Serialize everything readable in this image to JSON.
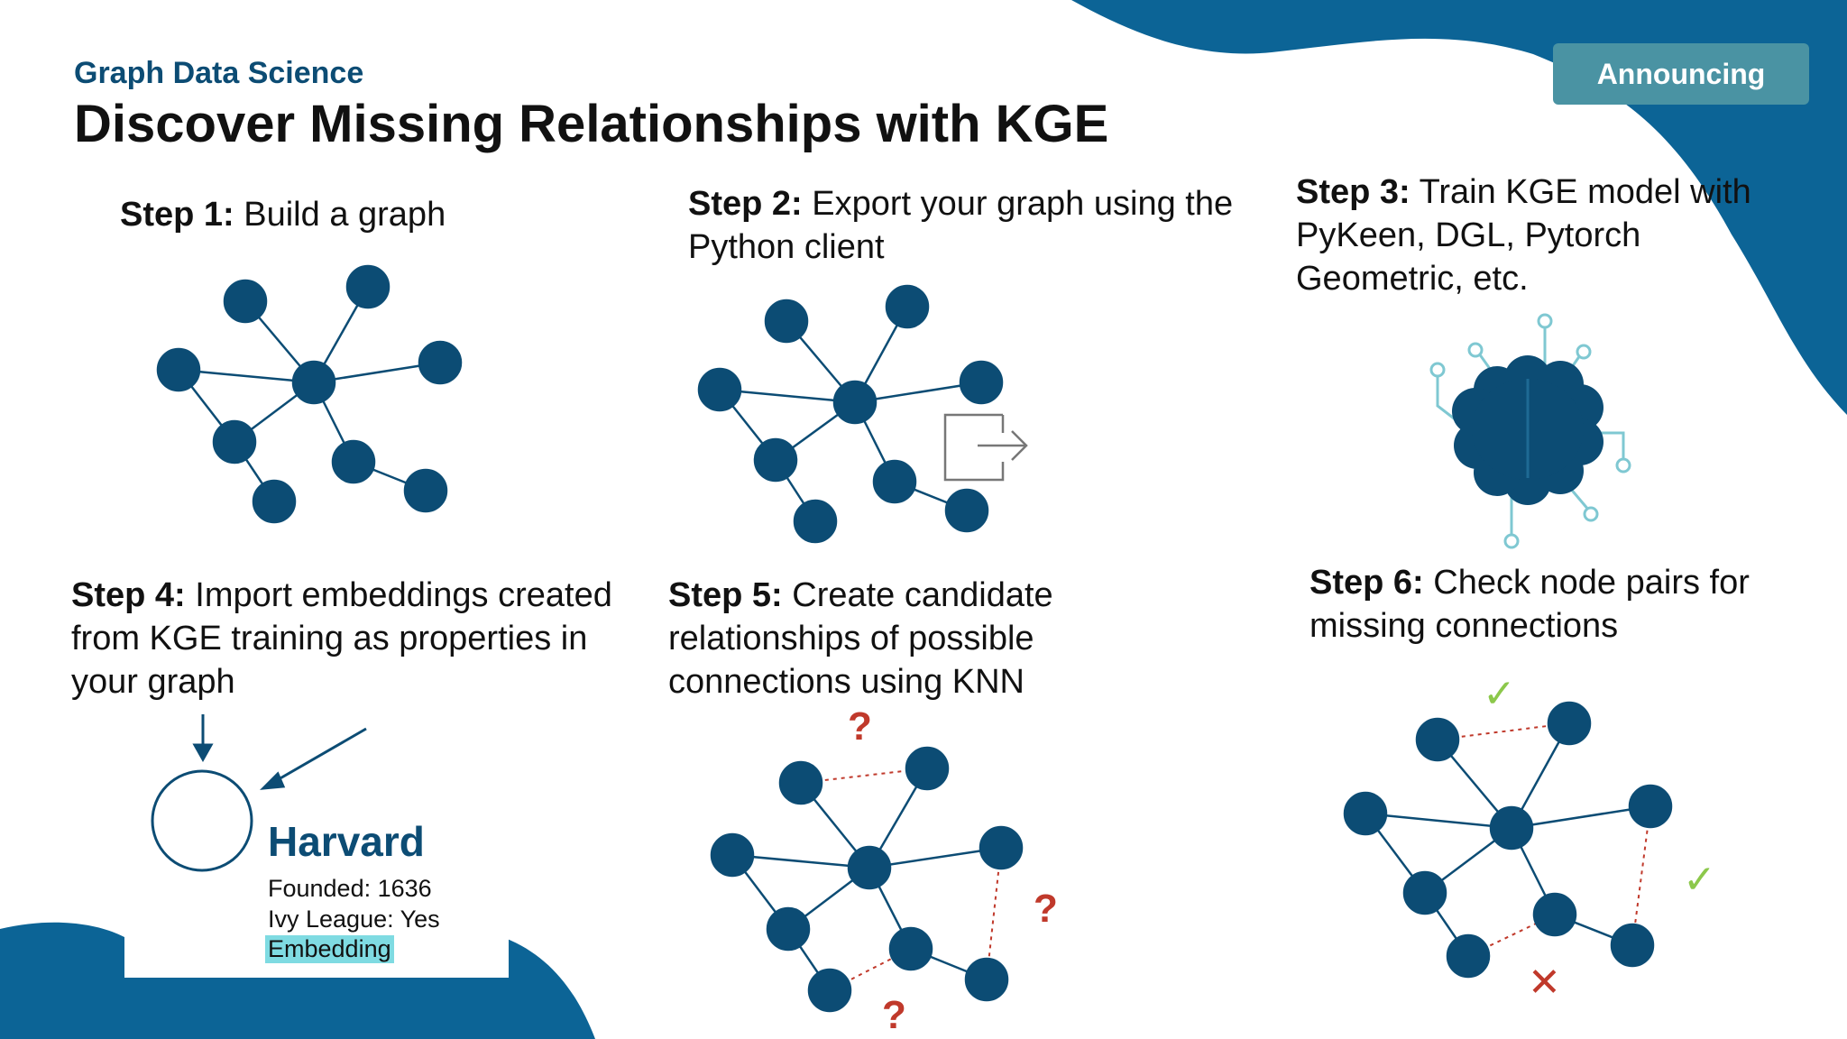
{
  "header": {
    "eyebrow": "Graph Data Science",
    "title": "Discover Missing Relationships with KGE",
    "badge": "Announcing"
  },
  "steps": [
    {
      "label": "Step 1:",
      "text": " Build a graph"
    },
    {
      "label": "Step 2:",
      "text": " Export your graph using the Python client"
    },
    {
      "label": "Step 3:",
      "text": " Train KGE model with PyKeen, DGL, Pytorch Geometric, etc."
    },
    {
      "label": "Step 4:",
      "text": " Import embeddings created from KGE training as properties in your graph"
    },
    {
      "label": "Step 5:",
      "text": " Create candidate relationships of possible connections using KNN"
    },
    {
      "label": "Step 6:",
      "text": " Check node pairs for missing connections"
    }
  ],
  "node_card": {
    "name": "Harvard",
    "properties": [
      "Founded: 1636",
      "Ivy League: Yes",
      "Embedding"
    ]
  },
  "marks": {
    "question": "?",
    "check": "✓",
    "cross": "✕"
  },
  "colors": {
    "node": "#0c4c74",
    "brand_blue": "#0c6496",
    "badge": "#4a93a3",
    "teal": "#7fc8d2",
    "candidate": "#c0392b",
    "check": "#8cc84b",
    "highlight": "#7fdbe2"
  },
  "icons": [
    "export-icon",
    "brain-circuit-icon",
    "down-arrow-icon",
    "diagonal-arrow-icon",
    "node-circle-icon"
  ]
}
